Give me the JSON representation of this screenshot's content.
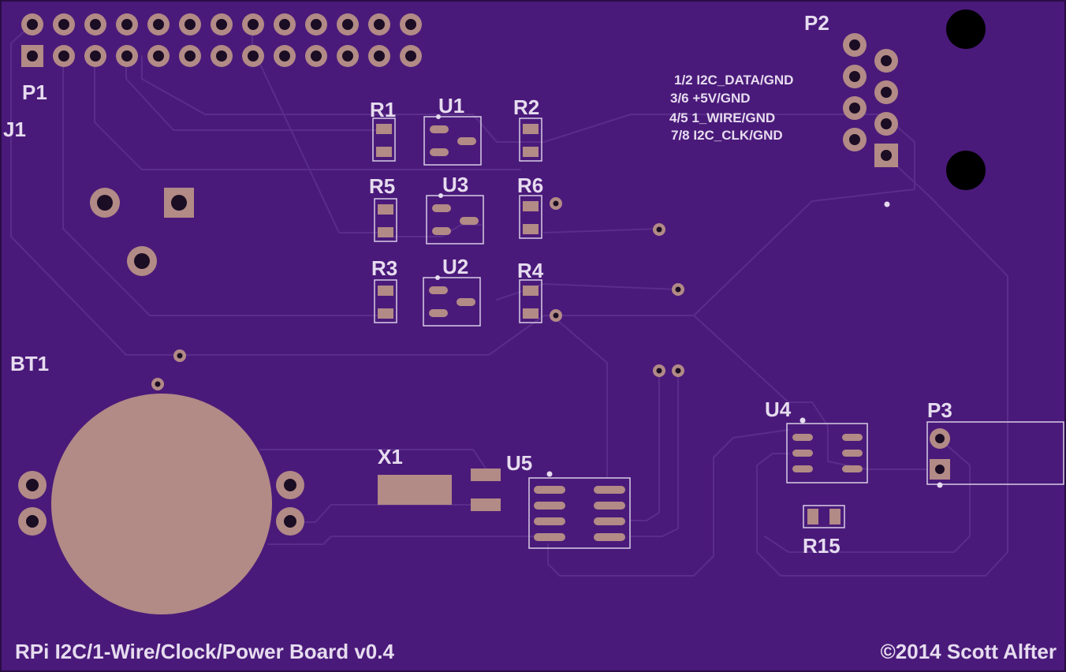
{
  "board": {
    "title": "RPi I2C/1-Wire/Clock/Power Board v0.4",
    "copyright": "©2014 Scott Alfter",
    "colors": {
      "board": "#4a1a7a",
      "silkscreen": "#e6dcef",
      "pad": "#b28a86",
      "trace": "#5a2d8a"
    }
  },
  "designators": {
    "p1": "P1",
    "j1": "J1",
    "p2": "P2",
    "p3": "P3",
    "bt1": "BT1",
    "r1": "R1",
    "r2": "R2",
    "r3": "R3",
    "r4": "R4",
    "r5": "R5",
    "r6": "R6",
    "r15": "R15",
    "u1": "U1",
    "u2": "U2",
    "u3": "U3",
    "u4": "U4",
    "u5": "U5",
    "x1": "X1"
  },
  "pinout_notes": [
    "1/2 I2C_DATA/GND",
    "3/6 +5V/GND",
    "4/5 1_WIRE/GND",
    "7/8 I2C_CLK/GND"
  ]
}
